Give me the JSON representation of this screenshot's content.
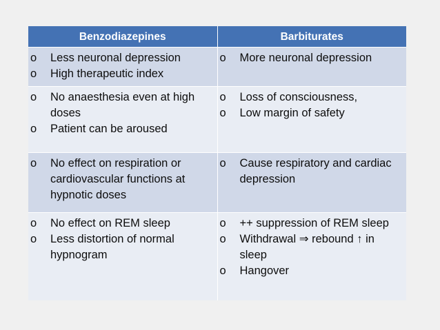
{
  "bullet": "o",
  "table": {
    "headers": [
      "Benzodiazepines",
      "Barbiturates"
    ],
    "rows": [
      {
        "left": [
          "Less neuronal depression",
          "High therapeutic index"
        ],
        "right": [
          "More neuronal depression"
        ]
      },
      {
        "left": [
          "No anaesthesia even at high doses",
          "Patient can be aroused"
        ],
        "right": [
          "Loss of consciousness,",
          "Low margin of safety"
        ]
      },
      {
        "left": [
          "No effect on respiration or cardiovascular functions at hypnotic doses"
        ],
        "right": [
          "Cause respiratory and cardiac depression"
        ]
      },
      {
        "left": [
          "No effect on REM sleep",
          "Less distortion of normal hypnogram"
        ],
        "right": [
          "++ suppression of REM sleep",
          "Withdrawal ⇒ rebound ↑ in sleep",
          "Hangover"
        ]
      }
    ]
  },
  "colors": {
    "header_bg": "#4472b4",
    "row_dark": "#d0d8e8",
    "row_light": "#e9edf4",
    "slide_bg": "#f0f0f0"
  }
}
